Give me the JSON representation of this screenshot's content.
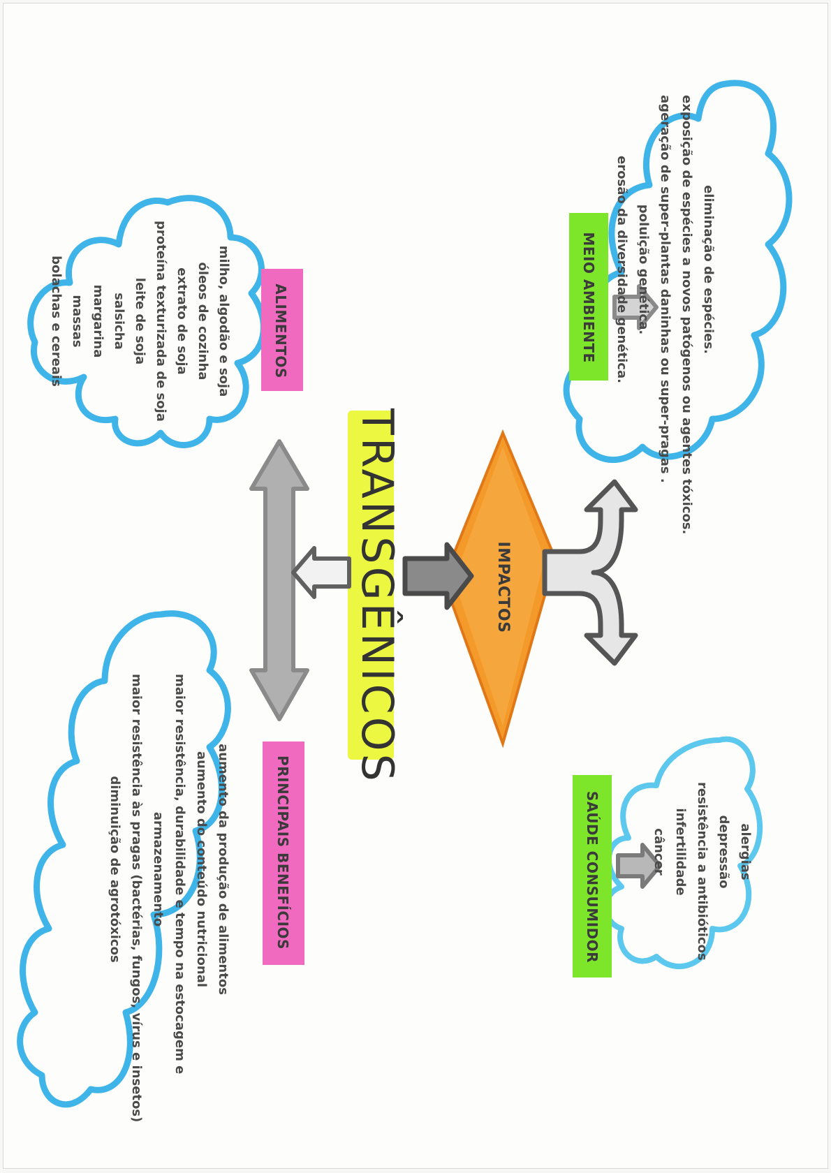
{
  "title": "TRANSGÊNICOS",
  "center_node": "IMPACTOS",
  "meio_ambiente": {
    "label": "MEIO AMBIENTE",
    "items": [
      "eliminação de espécies.",
      "exposição de espécies a novos patógenos ou agentes tóxicos.",
      "ageração de super-plantas daninhas ou super-pragas .",
      "poluição genética.",
      "erosão da diversidade genética."
    ]
  },
  "saude_consumidor": {
    "label": "SAÚDE CONSUMIDOR",
    "items": [
      "alergias",
      "depressão",
      "resistência a antibióticos",
      "infertilidade",
      "câncer"
    ]
  },
  "alimentos": {
    "label": "ALIMENTOS",
    "items": [
      "milho, algodão e soja",
      "óleos de cozinha",
      "extrato de soja",
      "proteína texturizada de soja",
      "leite de soja",
      "salsicha",
      "margarina",
      "massas",
      "bolachas e cereais"
    ]
  },
  "beneficios": {
    "label": "PRINCIPAIS BENEFÍCIOS",
    "items": [
      "aumento da produção de alimentos",
      "aumento do conteúdo nutricional",
      "maior resistência, durabilidade e tempo na estocagem e",
      "armazenamento",
      "maior resistência às pragas (bactérias, fungos, vírus e insetos)",
      "diminuição de agrotóxicos"
    ]
  },
  "colors": {
    "cloud_stroke": "#3fb4e8",
    "green_highlight": "#7ee62a",
    "pink_highlight": "#f06ac0",
    "yellow_highlight": "#e8f52a",
    "orange": "#f08a1c",
    "arrow_gray": "#9a9a9a",
    "arrow_dark": "#5a5a5a"
  }
}
